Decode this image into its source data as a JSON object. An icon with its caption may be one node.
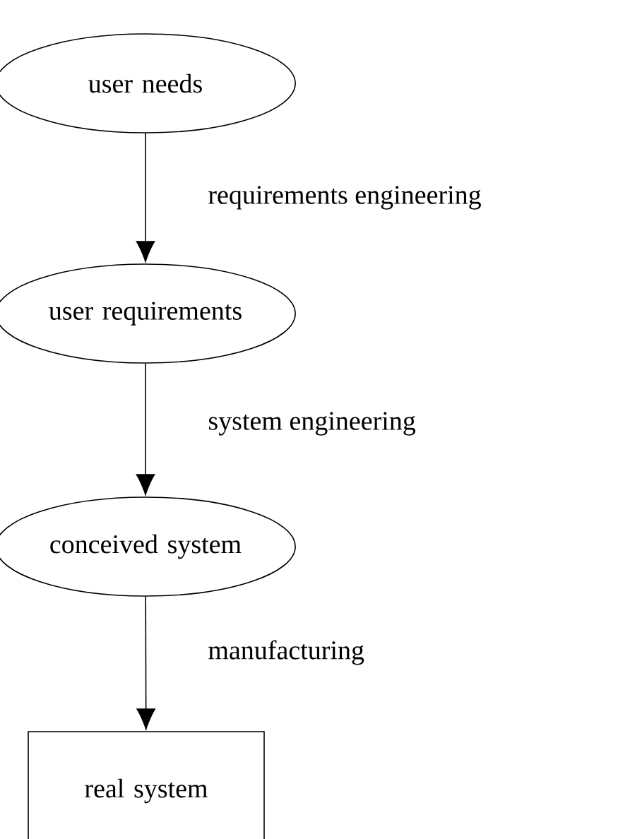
{
  "diagram": {
    "nodes": [
      {
        "text": [
          "user needs"
        ]
      },
      {
        "text": [
          "user requirements"
        ]
      },
      {
        "text": [
          "conceived system"
        ]
      },
      {
        "text": [
          "real system"
        ]
      }
    ],
    "edges": [
      {
        "from": 0,
        "to": 1,
        "arrow": "to",
        "label": "requirements engineering"
      },
      {
        "from": 1,
        "to": 2,
        "arrow": "to",
        "label": "system engineering"
      },
      {
        "from": 2,
        "to": 3,
        "arrow": "to",
        "label": "manufacturing"
      }
    ]
  }
}
